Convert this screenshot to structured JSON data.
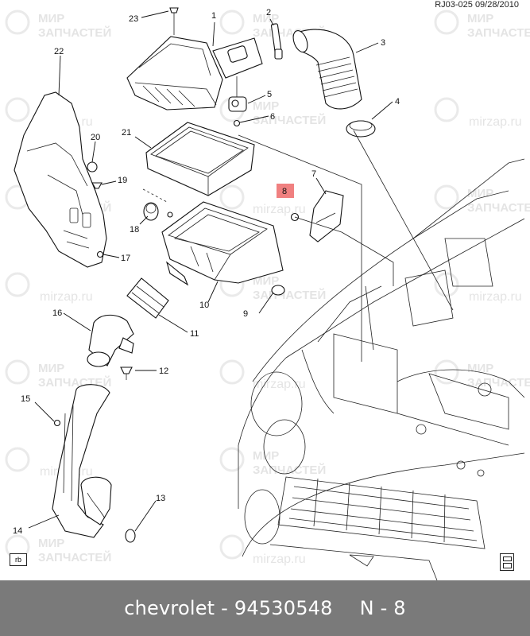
{
  "header": {
    "ref": "RJ03-025  09/28/2010"
  },
  "watermark": {
    "line1": "МИР",
    "line2": "ЗАПЧАСТЕЙ",
    "site": "mirzap.ru"
  },
  "callouts": [
    {
      "id": "c1",
      "label": "1"
    },
    {
      "id": "c2",
      "label": "2"
    },
    {
      "id": "c3",
      "label": "3"
    },
    {
      "id": "c4",
      "label": "4"
    },
    {
      "id": "c5",
      "label": "5"
    },
    {
      "id": "c6",
      "label": "6"
    },
    {
      "id": "c7",
      "label": "7"
    },
    {
      "id": "c8",
      "label": "8",
      "highlight": true
    },
    {
      "id": "c9",
      "label": "9"
    },
    {
      "id": "c10",
      "label": "10"
    },
    {
      "id": "c11",
      "label": "11"
    },
    {
      "id": "c12",
      "label": "12"
    },
    {
      "id": "c13",
      "label": "13"
    },
    {
      "id": "c14",
      "label": "14"
    },
    {
      "id": "c15",
      "label": "15"
    },
    {
      "id": "c16",
      "label": "16"
    },
    {
      "id": "c17",
      "label": "17"
    },
    {
      "id": "c18",
      "label": "18"
    },
    {
      "id": "c19",
      "label": "19"
    },
    {
      "id": "c20",
      "label": "20"
    },
    {
      "id": "c21",
      "label": "21"
    },
    {
      "id": "c22",
      "label": "22"
    },
    {
      "id": "c23",
      "label": "23"
    }
  ],
  "corner_left": "rb",
  "footer": {
    "brand": "chevrolet",
    "separator": "-",
    "part_number": "94530548",
    "ref": "N - 8"
  },
  "colors": {
    "highlight": "#f08080",
    "footer_bg": "#7a7a7a",
    "line": "#111111"
  }
}
